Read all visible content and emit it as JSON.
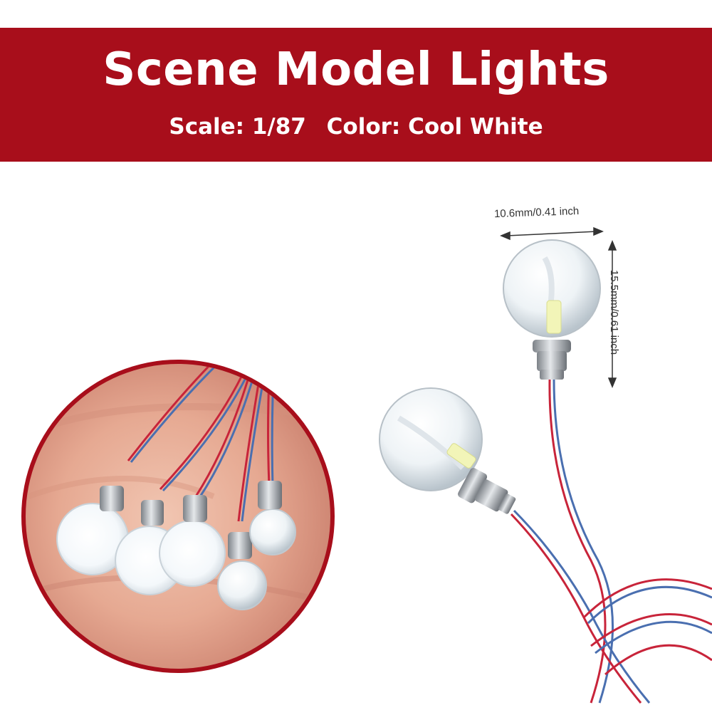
{
  "banner": {
    "title": "Scene Model Lights",
    "scale": "Scale: 1/87",
    "color": "Color: Cool White"
  },
  "dimensions": {
    "width": "10.6mm/0.41 inch",
    "height": "15.5mm/0.61 inch"
  },
  "colors": {
    "banner": "#a80e1b",
    "wire_red": "#c8243a",
    "wire_blue": "#4a6fb0"
  }
}
